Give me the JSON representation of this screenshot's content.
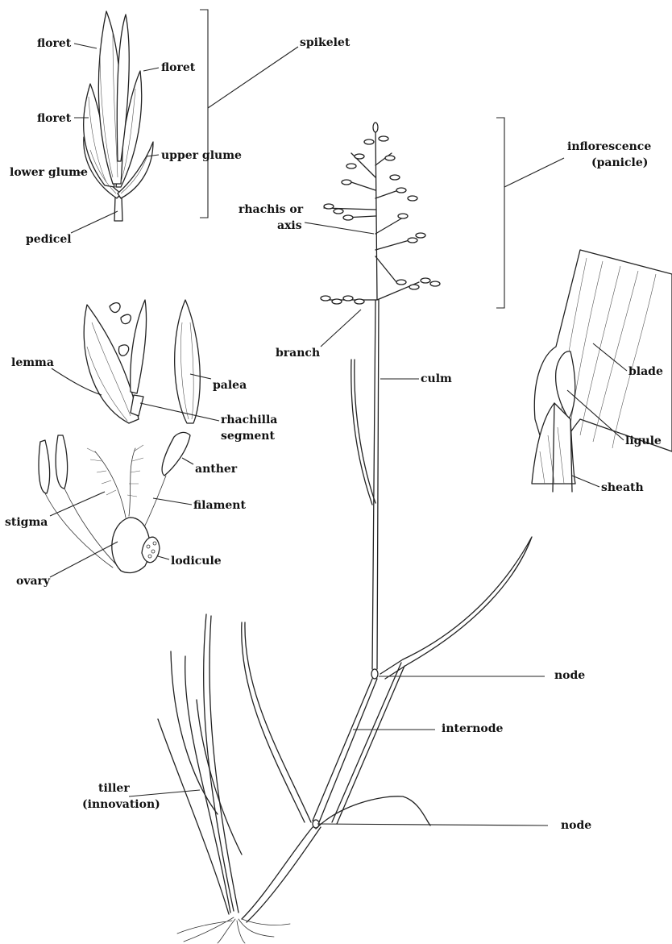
{
  "labels": {
    "floret_1": "floret",
    "floret_2": "floret",
    "floret_3": "floret",
    "spikelet": "spikelet",
    "upper_glume": "upper glume",
    "lower_glume": "lower glume",
    "pedicel": "pedicel",
    "inflorescence_1": "inflorescence",
    "inflorescence_2": "(panicle)",
    "rhachis_1": "rhachis or",
    "rhachis_2": "axis",
    "branch": "branch",
    "culm": "culm",
    "blade": "blade",
    "ligule": "ligule",
    "sheath": "sheath",
    "lemma": "lemma",
    "palea": "palea",
    "rhachilla_1": "rhachilla",
    "rhachilla_2": "segment",
    "anther": "anther",
    "filament": "filament",
    "stigma": "stigma",
    "lodicule": "lodicule",
    "ovary": "ovary",
    "node_upper": "node",
    "internode": "internode",
    "node_lower": "node",
    "tiller_1": "tiller",
    "tiller_2": "(innovation)"
  }
}
